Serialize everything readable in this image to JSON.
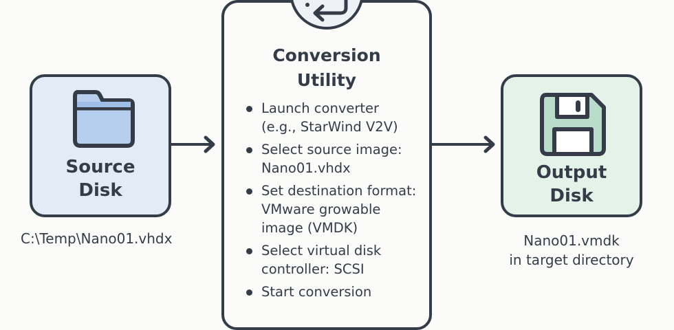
{
  "source": {
    "title_line1": "Source",
    "title_line2": "Disk",
    "icon": "folder-icon",
    "caption": "C:\\Temp\\Nano01.vhdx",
    "fill_color": "#e3ebf6"
  },
  "converter": {
    "title_line1": "Conversion",
    "title_line2": "Utility",
    "icon": "convert-arrow-icon",
    "steps": [
      {
        "line1": "Launch converter",
        "line2": "(e.g., StarWind V2V)"
      },
      {
        "line1": "Select source image:",
        "line2": "Nano01.vhdx"
      },
      {
        "line1": "Set destination format:",
        "line2": "VMware growable",
        "line3": "image (VMDK)"
      },
      {
        "line1": "Select virtual disk",
        "line2": "controller: SCSI"
      },
      {
        "line1": "Start conversion"
      }
    ]
  },
  "output": {
    "title_line1": "Output",
    "title_line2": "Disk",
    "icon": "floppy-disk-icon",
    "caption_line1": "Nano01.vmdk",
    "caption_line2": "in target directory",
    "fill_color": "#e3f3ea"
  },
  "colors": {
    "stroke": "#353c47",
    "background": "#fbfbfa",
    "folder_fill": "#b6cfee",
    "floppy_fill": "#b9dccb"
  }
}
